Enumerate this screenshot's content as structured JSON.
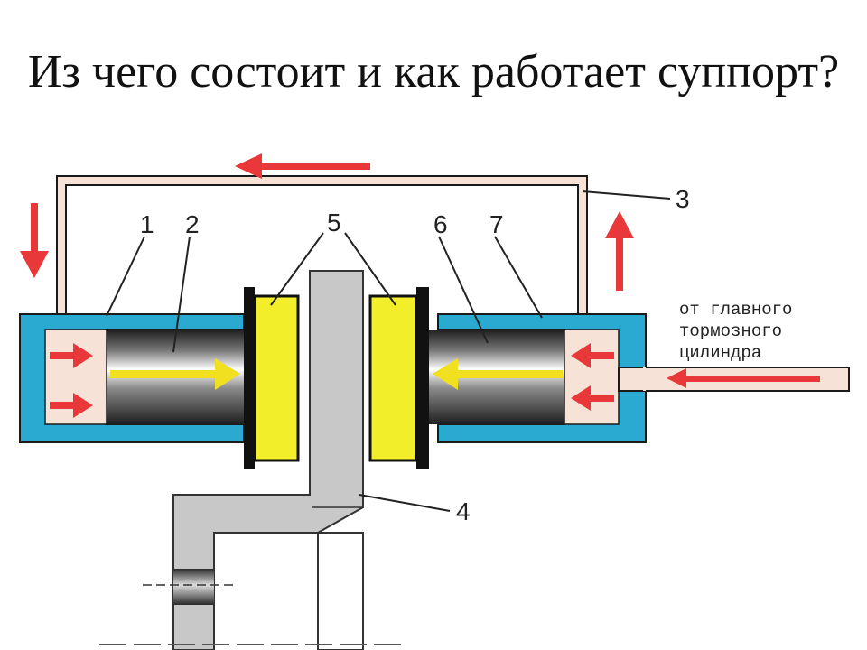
{
  "slide": {
    "title": "Из чего состоит и как работает суппорт?"
  },
  "diagram": {
    "callouts": {
      "c1": "1",
      "c2": "2",
      "c3": "3",
      "c4": "4",
      "c5": "5",
      "c6": "6",
      "c7": "7"
    },
    "fluid_source_lines": [
      "от главного",
      "тормозного",
      "цилиндра"
    ],
    "colors": {
      "housing": "#2aaad0",
      "fluid": "#f6e2d6",
      "arrow": "#e8383a",
      "push_arrow": "#f0e020",
      "pad": "#f2ee2a",
      "disc": "#c8c8c8",
      "outline": "#1a1a1a"
    }
  }
}
